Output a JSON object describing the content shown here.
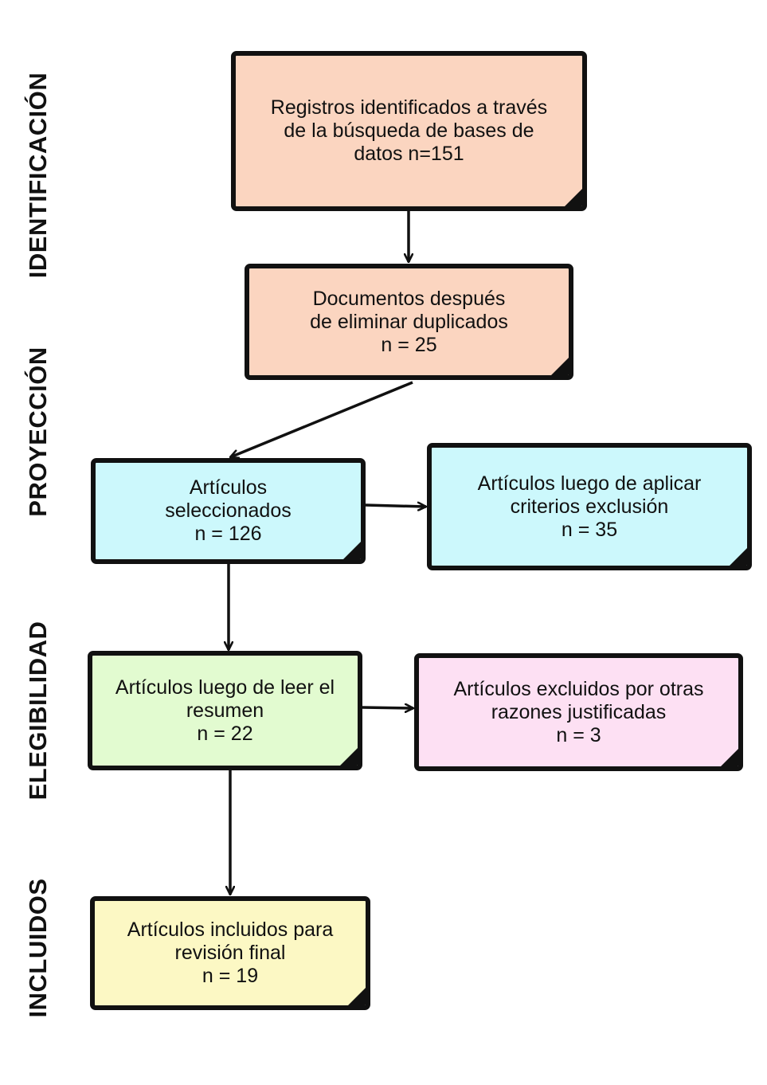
{
  "stages": {
    "identificacion": "IDENTIFICACIÓN",
    "proyeccion": "PROYECCIÓN",
    "elegibilidad": "ELEGIBILIDAD",
    "incluidos": "INCLUIDOS"
  },
  "boxes": {
    "registros": {
      "color": "#fbd5c0",
      "lines": [
        "Registros identificados a través",
        "de la búsqueda de bases de",
        "datos n=151"
      ]
    },
    "documentos": {
      "color": "#fbd5c0",
      "lines": [
        "Documentos después",
        "de eliminar duplicados",
        "n = 25"
      ]
    },
    "seleccionados": {
      "color": "#ccf8fc",
      "lines": [
        "Artículos",
        "seleccionados",
        "n = 126"
      ]
    },
    "criterios": {
      "color": "#ccf8fc",
      "lines": [
        "Artículos luego de aplicar",
        "criterios exclusión",
        "n = 35"
      ]
    },
    "resumen": {
      "color": "#e2fbd0",
      "lines": [
        "Artículos luego de leer el",
        "resumen",
        "n = 22"
      ]
    },
    "excluidos": {
      "color": "#fde0f3",
      "lines": [
        "Artículos excluidos por otras",
        "razones justificadas",
        "n = 3"
      ]
    },
    "incluidos": {
      "color": "#fcf8c4",
      "lines": [
        "Artículos incluidos para",
        "revisión final",
        "n = 19"
      ]
    }
  }
}
